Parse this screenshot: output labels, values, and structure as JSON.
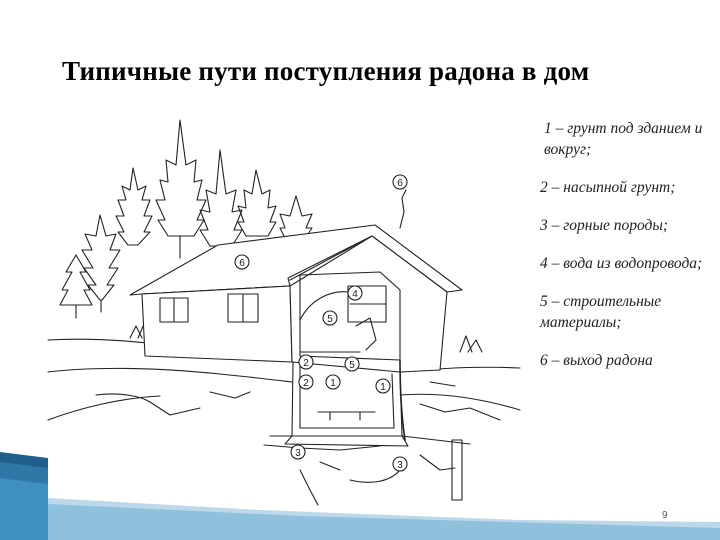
{
  "slide": {
    "title": "Типичные пути поступления радона в дом",
    "page_number": "9"
  },
  "legend": {
    "items": [
      "1 – грунт под зданием и вокруг;",
      "2 – насыпной грунт;",
      "3 – горные породы;",
      "4 – вода из водопровода;",
      "5 – строительные материалы;",
      "6 – выход радона"
    ]
  },
  "diagram": {
    "markers": {
      "ground": "1",
      "fill_soil": "2",
      "rock": "3",
      "water": "4",
      "materials": "5",
      "radon_exit": "6"
    }
  },
  "colors": {
    "accent_dark": "#1f5f8a",
    "accent_mid": "#3f8fbf",
    "accent_light": "#bcd8ea",
    "line": "#222222"
  }
}
